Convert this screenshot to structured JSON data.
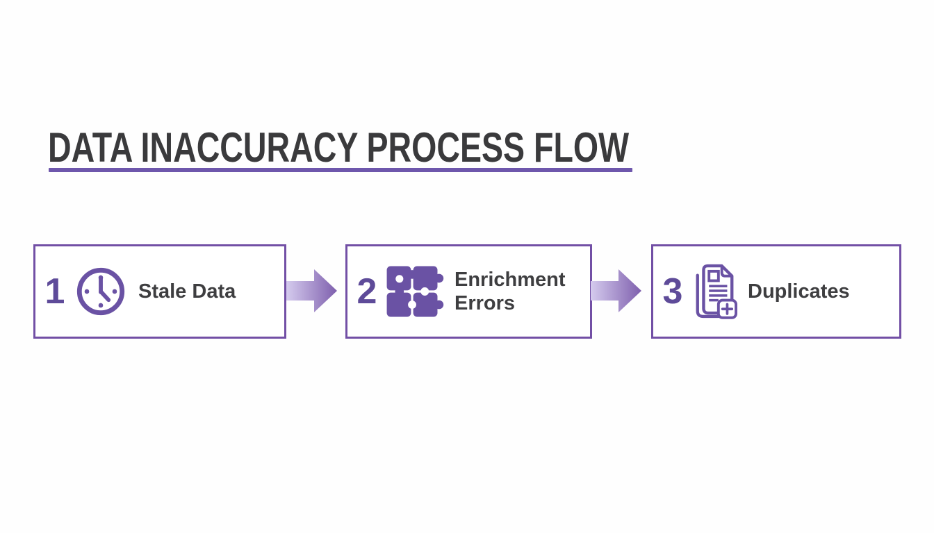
{
  "title": {
    "text": "DATA INACCURACY PROCESS FLOW"
  },
  "colors": {
    "background": "#fefefe",
    "title_text": "#3a3a3c",
    "title_underline": "#6e57ac",
    "box_border": "#724fa5",
    "box_fill": "#ffffff",
    "step_number": "#5e4b99",
    "icon_purple": "#6a52a4",
    "label_text": "#3e3e40",
    "arrow_gradient_start": "#d5cbee",
    "arrow_gradient_end": "#7e5fad"
  },
  "steps": [
    {
      "number": "1",
      "label": "Stale Data",
      "icon": "clock-icon"
    },
    {
      "number": "2",
      "label": "Enrichment Errors",
      "icon": "puzzle-icon"
    },
    {
      "number": "3",
      "label": "Duplicates",
      "icon": "document-duplicate-plus-icon"
    }
  ],
  "arrows": [
    {
      "name": "arrow-step1-to-step2",
      "direction": "right"
    },
    {
      "name": "arrow-step2-to-step3",
      "direction": "right"
    }
  ]
}
